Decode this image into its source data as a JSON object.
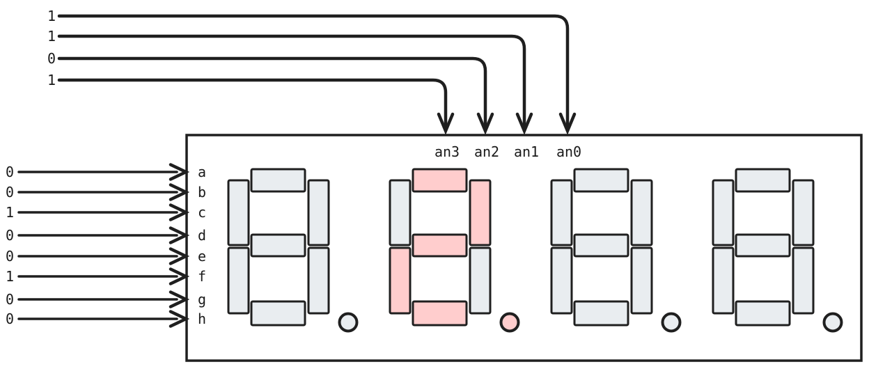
{
  "diagram": {
    "description": "4-digit seven-segment display multiplexing diagram",
    "anode_inputs": [
      {
        "value": "1",
        "target": "an0",
        "active": false
      },
      {
        "value": "1",
        "target": "an1",
        "active": false
      },
      {
        "value": "0",
        "target": "an2",
        "active": true
      },
      {
        "value": "1",
        "target": "an3",
        "active": false
      }
    ],
    "anode_pins": [
      {
        "label": "an3"
      },
      {
        "label": "an2"
      },
      {
        "label": "an1"
      },
      {
        "label": "an0"
      }
    ],
    "segment_inputs": [
      {
        "value": "0",
        "pin": "a",
        "active": true
      },
      {
        "value": "0",
        "pin": "b",
        "active": true
      },
      {
        "value": "1",
        "pin": "c",
        "active": false
      },
      {
        "value": "0",
        "pin": "d",
        "active": true
      },
      {
        "value": "0",
        "pin": "e",
        "active": true
      },
      {
        "value": "1",
        "pin": "f",
        "active": false
      },
      {
        "value": "0",
        "pin": "g",
        "active": true
      },
      {
        "value": "0",
        "pin": "h",
        "active": true
      }
    ],
    "digits": [
      {
        "anode": "an3",
        "lit_segments": []
      },
      {
        "anode": "an2",
        "lit_segments": [
          "a",
          "b",
          "d",
          "e",
          "g",
          "dp"
        ]
      },
      {
        "anode": "an1",
        "lit_segments": []
      },
      {
        "anode": "an0",
        "lit_segments": []
      }
    ],
    "colors": {
      "segment_on": "#ffcdcd",
      "segment_off": "#e9edf0",
      "outline": "#1f1f1f",
      "active_value": "#d9322d",
      "text": "#1a1a1a"
    }
  }
}
